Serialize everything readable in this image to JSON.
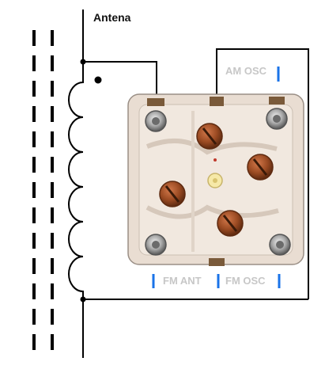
{
  "labels": {
    "antenna": "Antena",
    "am_osc": "AM OSC",
    "fm_ant": "FM ANT",
    "fm_osc": "FM OSC"
  },
  "colors": {
    "wire": "#000000",
    "marker": "#1a73e8",
    "label_grey": "#c7c7c7",
    "plastic": "#e9ddd2",
    "terminal": "#7a5a3a",
    "rotor": "#8a3a1a"
  },
  "components": [
    "ferrite-core",
    "antenna-coil",
    "tuning-capacitor"
  ]
}
